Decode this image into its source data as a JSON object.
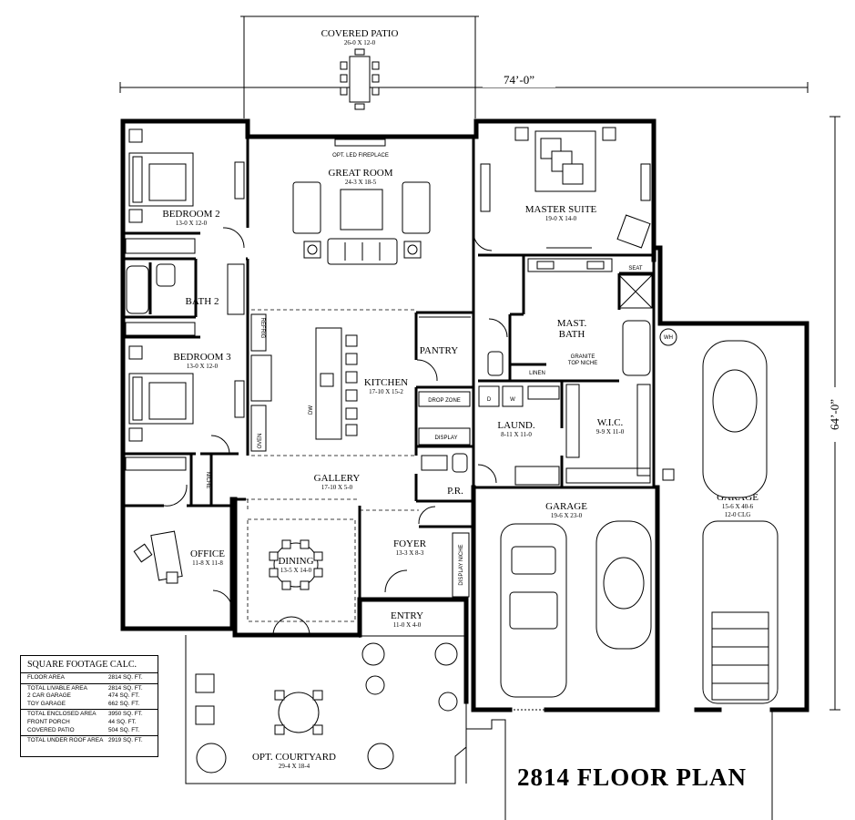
{
  "plan_title": "2814 FLOOR PLAN",
  "overall_width": "74’-0”",
  "overall_depth": "64’-0”",
  "rooms": {
    "covered_patio": {
      "name": "COVERED PATIO",
      "dims": "26-0 X 12-0"
    },
    "great_room": {
      "name": "GREAT ROOM",
      "dims": "24-3 X 18-5"
    },
    "fireplace": "OPT. LED FIREPLACE",
    "master_suite": {
      "name": "MASTER SUITE",
      "dims": "19-0 X 14-0"
    },
    "bedroom2": {
      "name": "BEDROOM 2",
      "dims": "13-0 X 12-0"
    },
    "bath2": {
      "name": "BATH 2"
    },
    "bedroom3": {
      "name": "BEDROOM 3",
      "dims": "13-0 X 12-0"
    },
    "kitchen": {
      "name": "KITCHEN",
      "dims": "17-10 X 15-2"
    },
    "pantry": {
      "name": "PANTRY"
    },
    "mast_bath": {
      "name": "MAST.",
      "name2": "BATH"
    },
    "seat": "SEAT",
    "granite_niche": "GRANITE",
    "granite_niche2": "TOP NICHE",
    "linen": "LINEN",
    "wh": "WH",
    "drop_zone": "DROP ZONE",
    "display": "DISPLAY",
    "laund": {
      "name": "LAUND.",
      "dims": "8-11 X 11-0"
    },
    "d": "D",
    "w": "W",
    "wic": {
      "name": "W.I.C.",
      "dims": "9-9 X 11-0"
    },
    "refrig": "REFRIG",
    "dw": "DW",
    "oven": "OVEN",
    "gallery": {
      "name": "GALLERY",
      "dims": "17-10 X 5-0"
    },
    "niche": "NICHE",
    "pr": {
      "name": "P.R."
    },
    "office": {
      "name": "OFFICE",
      "dims": "11-8 X 11-8"
    },
    "dining": {
      "name": "DINING",
      "dims": "13-5 X 14-0"
    },
    "foyer": {
      "name": "FOYER",
      "dims": "13-3 X 8-3"
    },
    "display_niche": "DISPLAY NICHE",
    "entry": {
      "name": "ENTRY",
      "dims": "11-0 X 4-0"
    },
    "garage_main": {
      "name": "GARAGE",
      "dims": "19-6 X 23-0"
    },
    "garage_toy": {
      "name": "GARAGE",
      "dims": "15-6 X 40-6",
      "clg": "12-0 CLG"
    },
    "courtyard": {
      "name": "OPT. COURTYARD",
      "dims": "29-4 X 18-4"
    }
  },
  "sqft_calc": {
    "title": "SQUARE FOOTAGE CALC.",
    "groups": [
      [
        {
          "label": "FLOOR AREA",
          "value": "2814 SQ. FT."
        }
      ],
      [
        {
          "label": "TOTAL LIVABLE AREA",
          "value": "2814 SQ. FT."
        },
        {
          "label": "2 CAR GARAGE",
          "value": "474 SQ. FT."
        },
        {
          "label": "TOY GARAGE",
          "value": "662 SQ. FT."
        }
      ],
      [
        {
          "label": "TOTAL ENCLOSED AREA",
          "value": "3950 SQ. FT."
        },
        {
          "label": "FRONT PORCH",
          "value": "44 SQ. FT."
        },
        {
          "label": "COVERED PATIO",
          "value": "504 SQ. FT."
        }
      ],
      [
        {
          "label": "TOTAL UNDER ROOF AREA",
          "value": "2919 SQ. FT."
        }
      ]
    ]
  }
}
